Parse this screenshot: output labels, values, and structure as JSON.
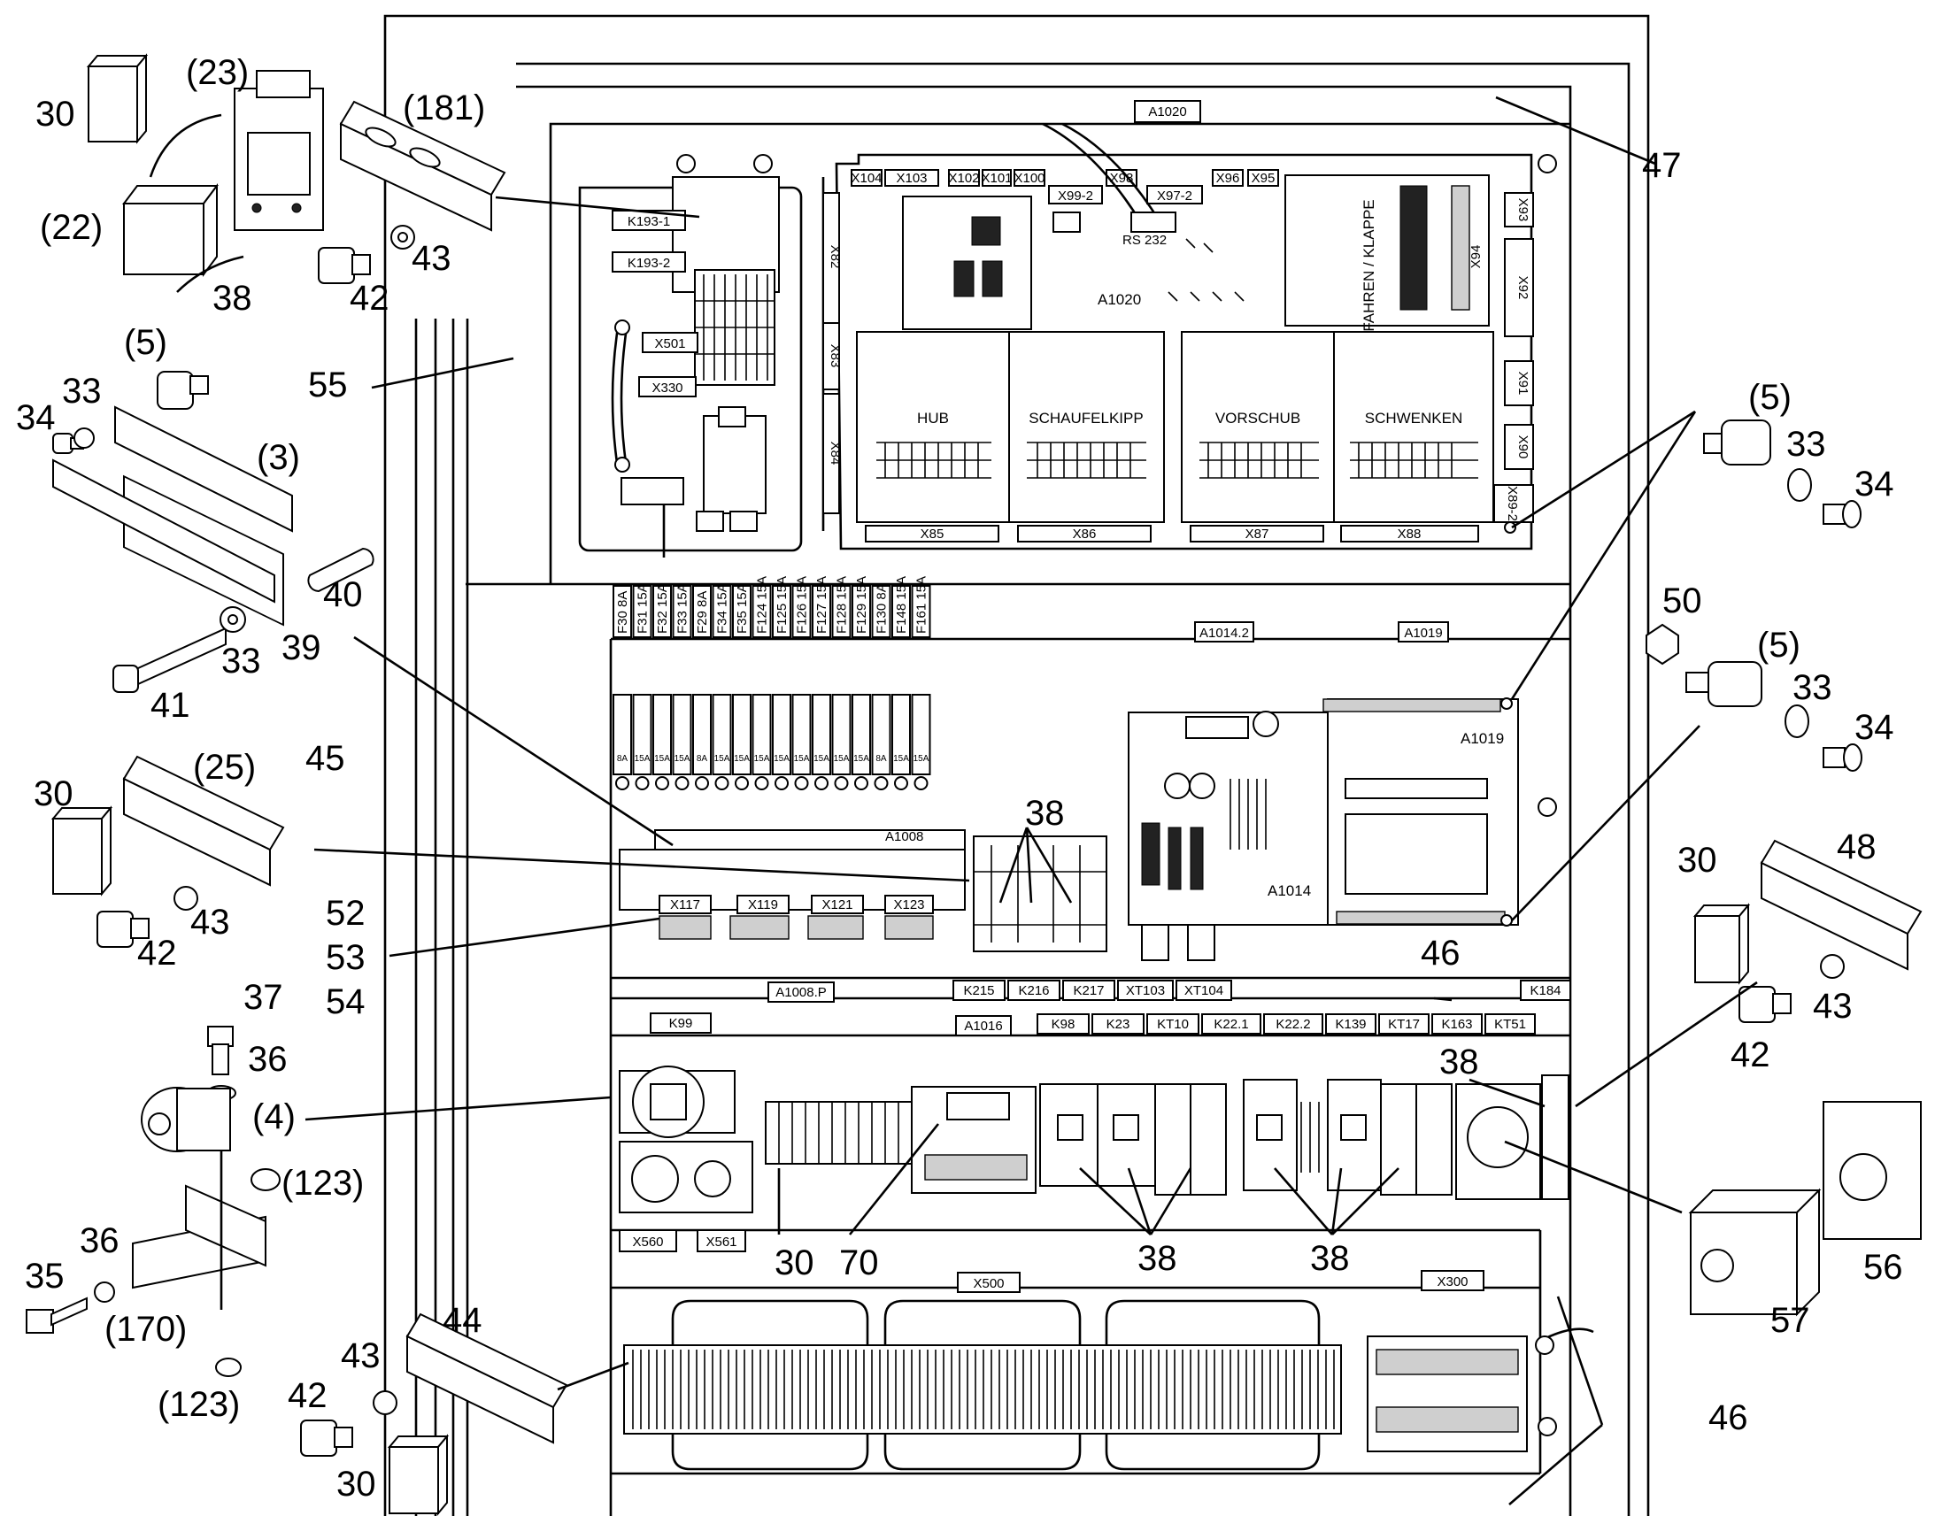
{
  "callouts": {
    "c30a": "30",
    "c23": "(23)",
    "c181": "(181)",
    "c22": "(22)",
    "c38a": "38",
    "c43a": "43",
    "c42a": "42",
    "c5a": "(5)",
    "c34a": "34",
    "c33a": "33",
    "c3": "(3)",
    "c55": "55",
    "c40": "40",
    "c39": "39",
    "c33b": "33",
    "c41": "41",
    "c45": "45",
    "c30b": "30",
    "c25": "(25)",
    "c43b": "43",
    "c42b": "42",
    "c52": "52",
    "c53": "53",
    "c54": "54",
    "c37": "37",
    "c36a": "36",
    "c4": "(4)",
    "c123a": "(123)",
    "c36b": "36",
    "c35": "35",
    "c170": "(170)",
    "c123b": "(123)",
    "c44": "44",
    "c43c": "43",
    "c42c": "42",
    "c30c": "30",
    "c30d": "30",
    "c70": "70",
    "c38b": "38",
    "c38c": "38",
    "c38d": "38",
    "c38e": "38",
    "c47": "47",
    "c5b": "(5)",
    "c33c": "33",
    "c34b": "34",
    "c50": "50",
    "c5c": "(5)",
    "c33d": "33",
    "c34c": "34",
    "c30e": "30",
    "c48": "48",
    "c43d": "43",
    "c42d": "42",
    "c46a": "46",
    "c57": "57",
    "c56": "56",
    "c46b": "46"
  },
  "tags": {
    "A1020_top": "A1020",
    "K193_1": "K193-1",
    "K193_2": "K193-2",
    "X501": "X501",
    "X330": "X330",
    "X104": "X104",
    "X103": "X103",
    "X102": "X102",
    "X101": "X101",
    "X100": "X100",
    "X99_2": "X99-2",
    "X98": "X98",
    "X97_2": "X97-2",
    "X96": "X96",
    "X95": "X95",
    "X93": "X93",
    "X92": "X92",
    "X91": "X91",
    "X90": "X90",
    "X89_2": "X89-2",
    "X94": "X94",
    "X82": "X82",
    "X83": "X83",
    "X84": "X84",
    "X85": "X85",
    "X86": "X86",
    "X87": "X87",
    "X88": "X88",
    "A1020_board": "A1020",
    "RS232": "RS 232",
    "fahren": "FAHREN / KLAPPE",
    "hub": "HUB",
    "schaufelkipp": "SCHAUFELKIPP",
    "vorschub": "VORSCHUB",
    "schwenken": "SCHWENKEN",
    "A1014_2": "A1014.2",
    "A1019_tag": "A1019",
    "A1019_board": "A1019",
    "A1014_board": "A1014",
    "A1008": "A1008",
    "X117": "X117",
    "X119": "X119",
    "X121": "X121",
    "X123": "X123",
    "A1008P": "A1008.P",
    "K215": "K215",
    "K216": "K216",
    "K217": "K217",
    "XT103": "XT103",
    "XT104": "XT104",
    "K184": "K184",
    "K99": "K99",
    "A1016": "A1016",
    "K98": "K98",
    "K23": "K23",
    "KT10": "KT10",
    "K22_1": "K22.1",
    "K22_2": "K22.2",
    "K139": "K139",
    "KT17": "KT17",
    "K163": "K163",
    "KT51": "KT51",
    "X560": "X560",
    "X561": "X561",
    "X500": "X500",
    "X300": "X300"
  },
  "fuses": [
    {
      "id": "F30",
      "rating": "8A"
    },
    {
      "id": "F31",
      "rating": "15A"
    },
    {
      "id": "F32",
      "rating": "15A"
    },
    {
      "id": "F33",
      "rating": "15A"
    },
    {
      "id": "F29",
      "rating": "8A"
    },
    {
      "id": "F34",
      "rating": "15A"
    },
    {
      "id": "F35",
      "rating": "15A"
    },
    {
      "id": "F124",
      "rating": "15A"
    },
    {
      "id": "F125",
      "rating": "15A"
    },
    {
      "id": "F126",
      "rating": "15A"
    },
    {
      "id": "F127",
      "rating": "15A"
    },
    {
      "id": "F128",
      "rating": "15A"
    },
    {
      "id": "F129",
      "rating": "15A"
    },
    {
      "id": "F130",
      "rating": "8A"
    },
    {
      "id": "F148",
      "rating": "15A"
    },
    {
      "id": "F161",
      "rating": "15A"
    }
  ]
}
